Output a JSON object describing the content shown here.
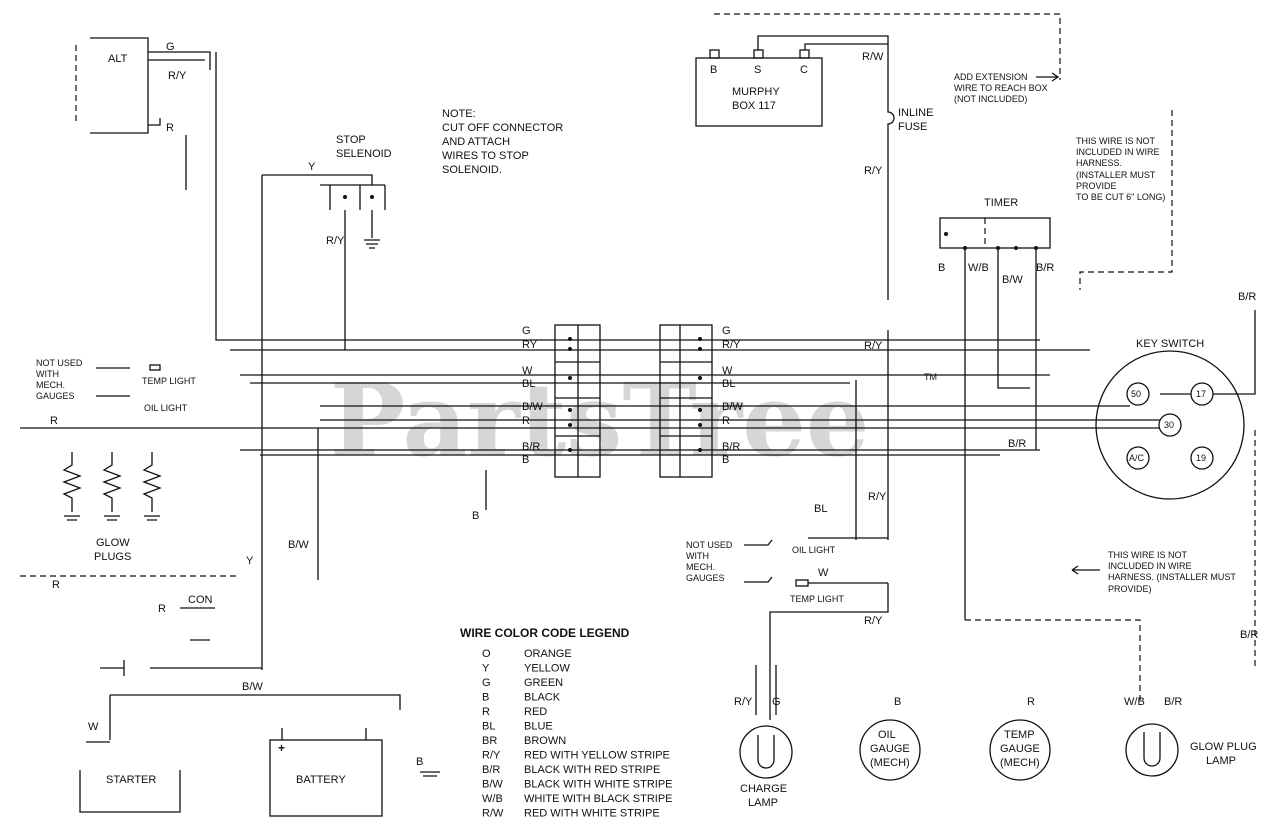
{
  "watermark": {
    "text": "PartsTree",
    "tm": "TM"
  },
  "components": {
    "alt": "ALT",
    "stop_solenoid": [
      "STOP",
      "SELENOID"
    ],
    "murphy_box": [
      "MURPHY",
      "BOX 117"
    ],
    "murphy_terms": [
      "B",
      "S",
      "C"
    ],
    "inline_fuse": [
      "INLINE",
      "FUSE"
    ],
    "timer": "TIMER",
    "key_switch": "KEY SWITCH",
    "key_terms": [
      "50",
      "17",
      "30",
      "A/C",
      "19"
    ],
    "glow_plugs": [
      "GLOW",
      "PLUGS"
    ],
    "starter": "STARTER",
    "battery": "BATTERY",
    "con": "CON",
    "charge_lamp": [
      "CHARGE",
      "LAMP"
    ],
    "oil_gauge": [
      "OIL",
      "GAUGE",
      "(MECH)"
    ],
    "temp_gauge": [
      "TEMP",
      "GAUGE",
      "(MECH)"
    ],
    "glow_plug_lamp": [
      "GLOW PLUG",
      "LAMP"
    ],
    "temp_light": "TEMP LIGHT",
    "oil_light": "OIL LIGHT"
  },
  "notes": {
    "connector_note": [
      "NOTE:",
      "CUT OFF CONNECTOR",
      "AND ATTACH",
      "WIRES TO STOP",
      "SOLENOID."
    ],
    "extension": [
      "ADD EXTENSION",
      "WIRE TO REACH BOX",
      "(NOT INCLUDED)"
    ],
    "not_in_harness_top": [
      "THIS WIRE IS NOT",
      "INCLUDED IN WIRE",
      "HARNESS.",
      "(INSTALLER MUST",
      "PROVIDE",
      "TO BE CUT 6\" LONG)"
    ],
    "not_in_harness_bottom": [
      "THIS WIRE IS NOT",
      "INCLUDED IN WIRE",
      "HARNESS. (INSTALLER MUST",
      "PROVIDE)"
    ],
    "not_used_left": [
      "NOT USED",
      "WITH",
      "MECH.",
      "GAUGES"
    ],
    "not_used_mid": [
      "NOT USED",
      "WITH",
      "MECH.",
      "GAUGES"
    ]
  },
  "wires": {
    "g": "G",
    "r_y": "R/Y",
    "r": "R",
    "y": "Y",
    "r_w": "R/W",
    "ry": "RY",
    "w": "W",
    "bl": "BL",
    "b_w": "B/W",
    "b_r": "B/R",
    "b": "B",
    "w_b": "W/B"
  },
  "legend": {
    "title": "WIRE COLOR CODE LEGEND",
    "rows": [
      {
        "code": "O",
        "name": "ORANGE"
      },
      {
        "code": "Y",
        "name": "YELLOW"
      },
      {
        "code": "G",
        "name": "GREEN"
      },
      {
        "code": "B",
        "name": "BLACK"
      },
      {
        "code": "R",
        "name": "RED"
      },
      {
        "code": "BL",
        "name": "BLUE"
      },
      {
        "code": "BR",
        "name": "BROWN"
      },
      {
        "code": "R/Y",
        "name": "RED WITH YELLOW STRIPE"
      },
      {
        "code": "B/R",
        "name": "BLACK WITH RED STRIPE"
      },
      {
        "code": "B/W",
        "name": "BLACK WITH WHITE STRIPE"
      },
      {
        "code": "W/B",
        "name": "WHITE WITH BLACK STRIPE"
      },
      {
        "code": "R/W",
        "name": "RED WITH WHITE STRIPE"
      }
    ]
  }
}
